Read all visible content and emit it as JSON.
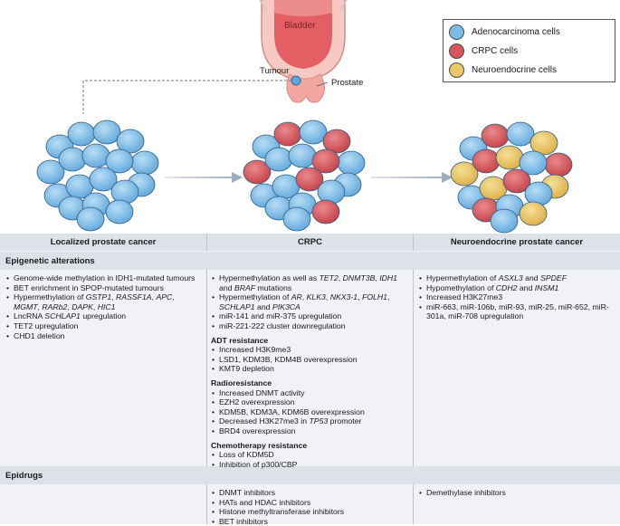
{
  "illustration": {
    "bladder_label": "Bladder",
    "tumour_label": "Tumour",
    "prostate_label": "Prostate"
  },
  "legend": [
    {
      "label": "Adenocarcinoma cells",
      "color": "#7cbde8"
    },
    {
      "label": "CRPC cells",
      "color": "#d9555b"
    },
    {
      "label": "Neuroendocrine cells",
      "color": "#ebc868"
    }
  ],
  "columns": [
    "Localized prostate cancer",
    "CRPC",
    "Neuroendocrine prostate cancer"
  ],
  "sections": {
    "epigenetic": "Epigenetic alterations",
    "epidrugs": "Epidrugs"
  },
  "epigenetic": {
    "localized": [
      "Genome-wide methylation in IDH1-mutated tumours",
      "BET enrichment in SPOP-mutated tumours",
      "Hypermethylation of GSTP1, RASSF1A, APC, MGMT, RARb2, DAPK, HIC1",
      "LncRNA SCHLAP1 upregulation",
      "TET2 upregulation",
      "CHD1 deletion"
    ],
    "crpc": [
      "Hypermethylation as well as TET2, DNMT3B, IDH1 and BRAF mutations",
      "Hypermethylation of AR, KLK3, NKX3-1, FOLH1, SCHLAP1 and PIK3CA",
      "miR-141 and miR-375 upregulation",
      "miR-221-222 cluster downregulation"
    ],
    "crpc_groups": [
      {
        "title": "ADT resistance",
        "items": [
          "Increased H3K9me3",
          "LSD1, KDM3B, KDM4B overexpression",
          "KMT9 depletion"
        ]
      },
      {
        "title": "Radioresistance",
        "items": [
          "Increased DNMT activity",
          "EZH2 overexpression",
          "KDM5B, KDM3A, KDM6B overexpression",
          "Decreased H3K27me3 in TP53 promoter",
          "BRD4 overexpression"
        ]
      },
      {
        "title": "Chemotherapy resistance",
        "items": [
          "Loss of KDM5D",
          "Inhibition of p300/CBP"
        ]
      }
    ],
    "nepc": [
      "Hypermethylation of ASXL3 and SPDEF",
      "Hypomethylation of CDH2 and INSM1",
      "Increased H3K27me3",
      "miR-663, miR-106b, miR-93, miR-25, miR-652, miR-301a, miR-708 upregulation"
    ]
  },
  "epidrugs": {
    "localized": [],
    "crpc": [
      "DNMT inhibitors",
      "HATs and HDAC inhibitors",
      "Histone methyltransferase inhibitors",
      "BET inhibitors"
    ],
    "nepc": [
      "Demethylase inhibitors"
    ]
  }
}
